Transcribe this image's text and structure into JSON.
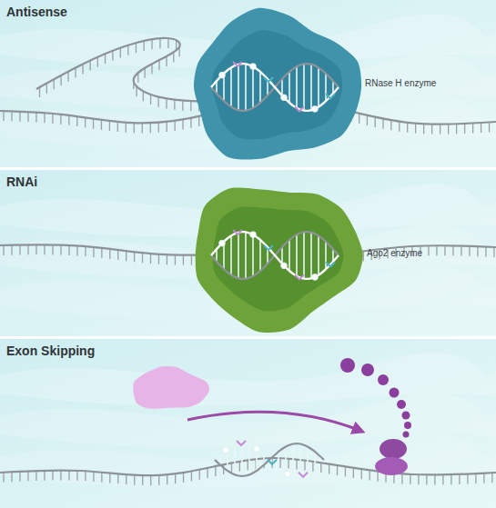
{
  "diagram": {
    "nodes": [
      {
        "text": [
          "Antisense"
        ]
      },
      {
        "text": [
          "RNAi"
        ]
      },
      {
        "text": [
          "Exon Skipping"
        ]
      }
    ],
    "labels": [
      "RNase H enzyme",
      "Ago2 enzyme"
    ]
  }
}
